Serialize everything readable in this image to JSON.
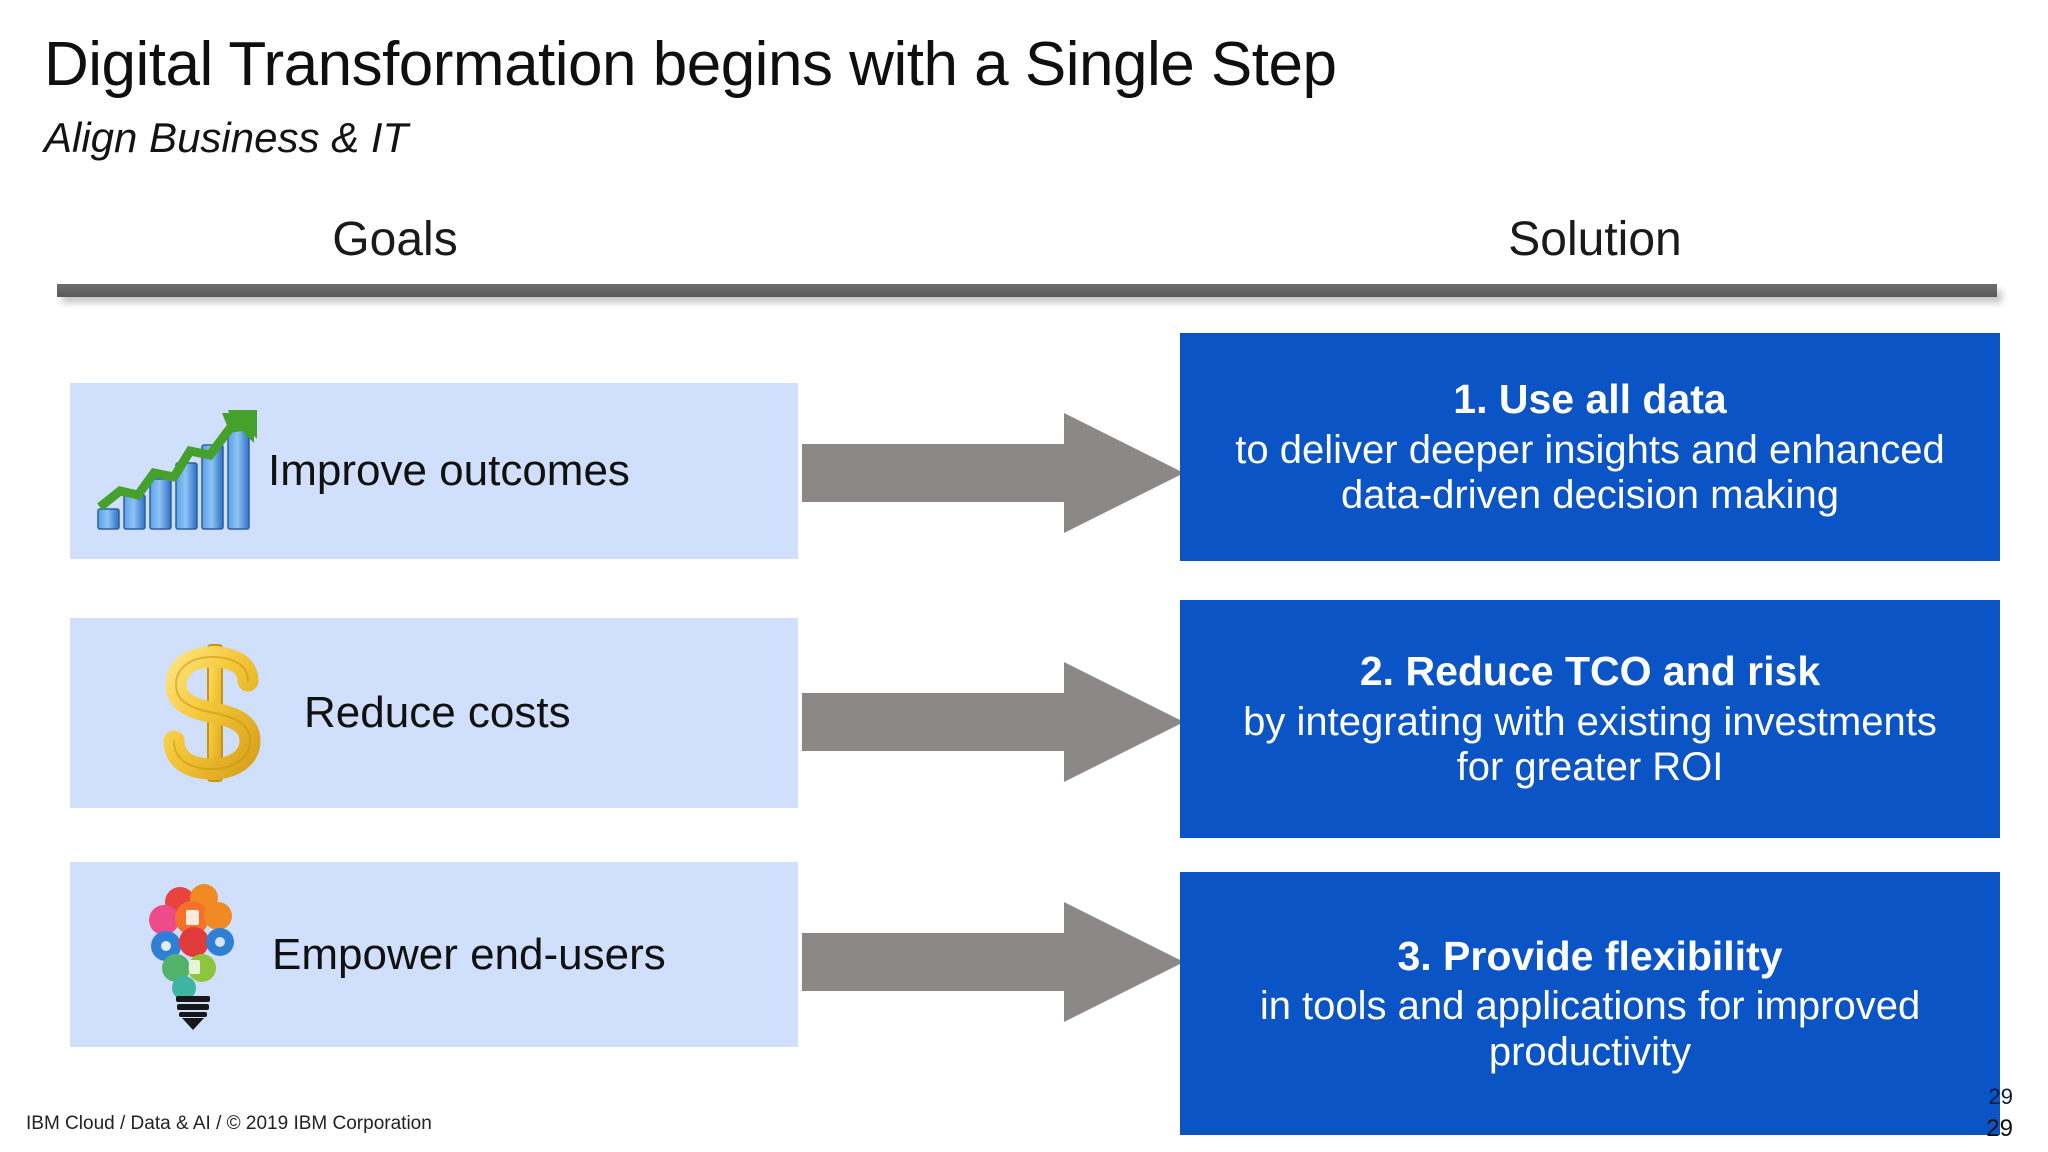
{
  "title": "Digital Transformation begins with a Single Step",
  "subtitle": "Align Business & IT",
  "columns": {
    "left_header": "Goals",
    "right_header": "Solution"
  },
  "colors": {
    "solution_blue": "#0a54c6",
    "goal_light_blue": "#d0dffb",
    "arrow_gray": "#8c8888",
    "divider_gray": "#636363"
  },
  "rows": [
    {
      "goal_label": "Improve outcomes",
      "goal_icon": "bar-chart-growth-icon",
      "arrow_icon": "right-block-arrow-icon",
      "solution_heading": "1. Use all data",
      "solution_body_line1": "to deliver deeper insights and enhanced",
      "solution_body_line2": "data-driven decision making"
    },
    {
      "goal_label": "Reduce costs",
      "goal_icon": "dollar-sign-icon",
      "arrow_icon": "right-block-arrow-icon",
      "solution_heading": "2. Reduce TCO and risk",
      "solution_body_line1": "by integrating with existing investments",
      "solution_body_line2": "for greater ROI"
    },
    {
      "goal_label": "Empower end-users",
      "goal_icon": "lightbulb-apps-icon",
      "arrow_icon": "right-block-arrow-icon",
      "solution_heading": "3. Provide flexibility",
      "solution_body_line1": "in tools and applications for improved",
      "solution_body_line2": "productivity"
    }
  ],
  "footer": "IBM Cloud / Data & AI / © 2019 IBM Corporation",
  "page_number_inner": "29",
  "page_number_outer": "29"
}
